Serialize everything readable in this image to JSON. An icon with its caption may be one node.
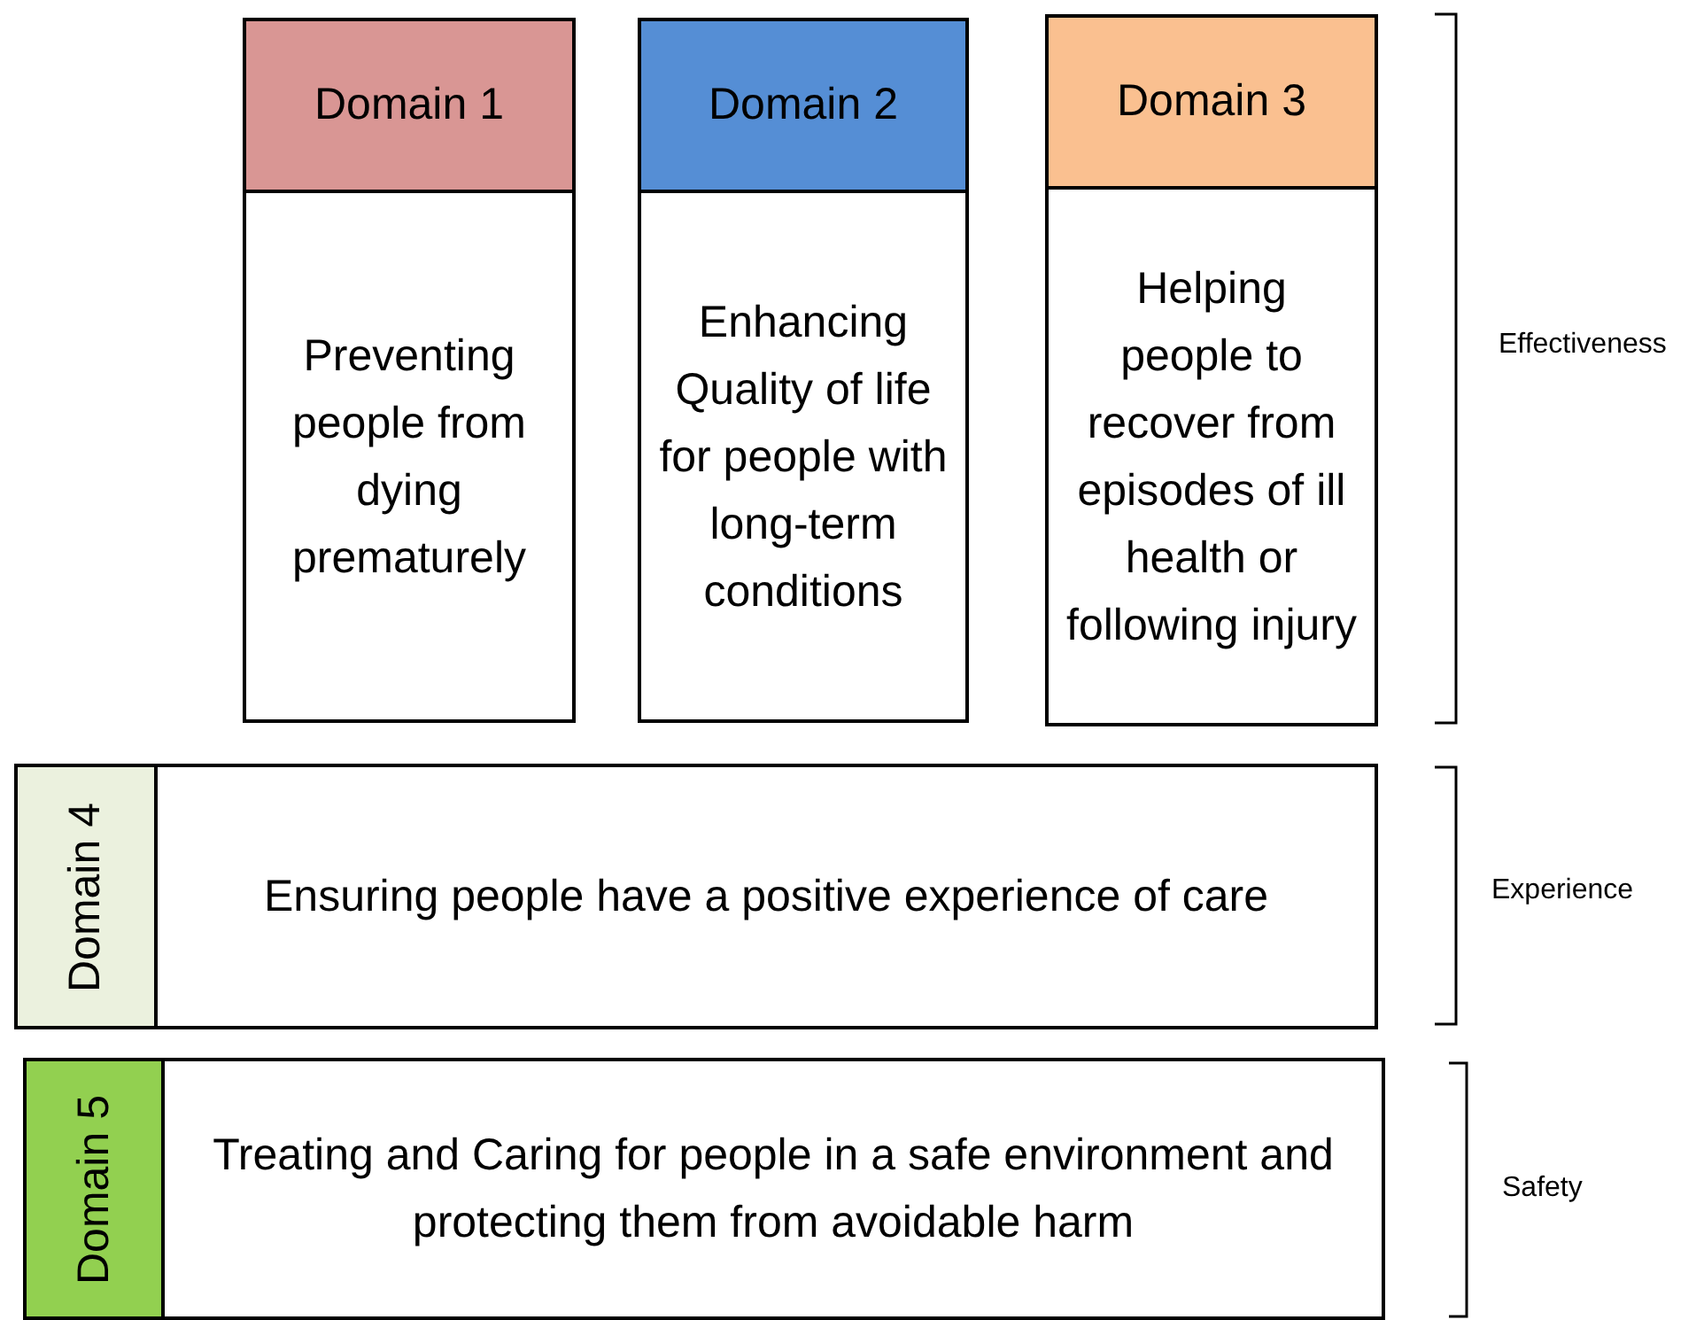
{
  "diagram": {
    "nodes": [
      {
        "text": [
          "Domain 1",
          "Preventing people from dying prematurely"
        ]
      },
      {
        "text": [
          "Domain 2",
          "Enhancing Quality of life for people with long-term conditions"
        ]
      },
      {
        "text": [
          "Domain 3",
          "Helping people to recover from episodes of ill health or following injury"
        ]
      },
      {
        "text": [
          "Domain 4",
          "Ensuring people have a positive experience of care"
        ]
      },
      {
        "text": [
          "Domain 5",
          "Treating and Caring for people in a safe environment and protecting them from avoidable harm"
        ]
      }
    ],
    "labels": [
      "Effectiveness",
      "Experience",
      "Safety"
    ]
  }
}
